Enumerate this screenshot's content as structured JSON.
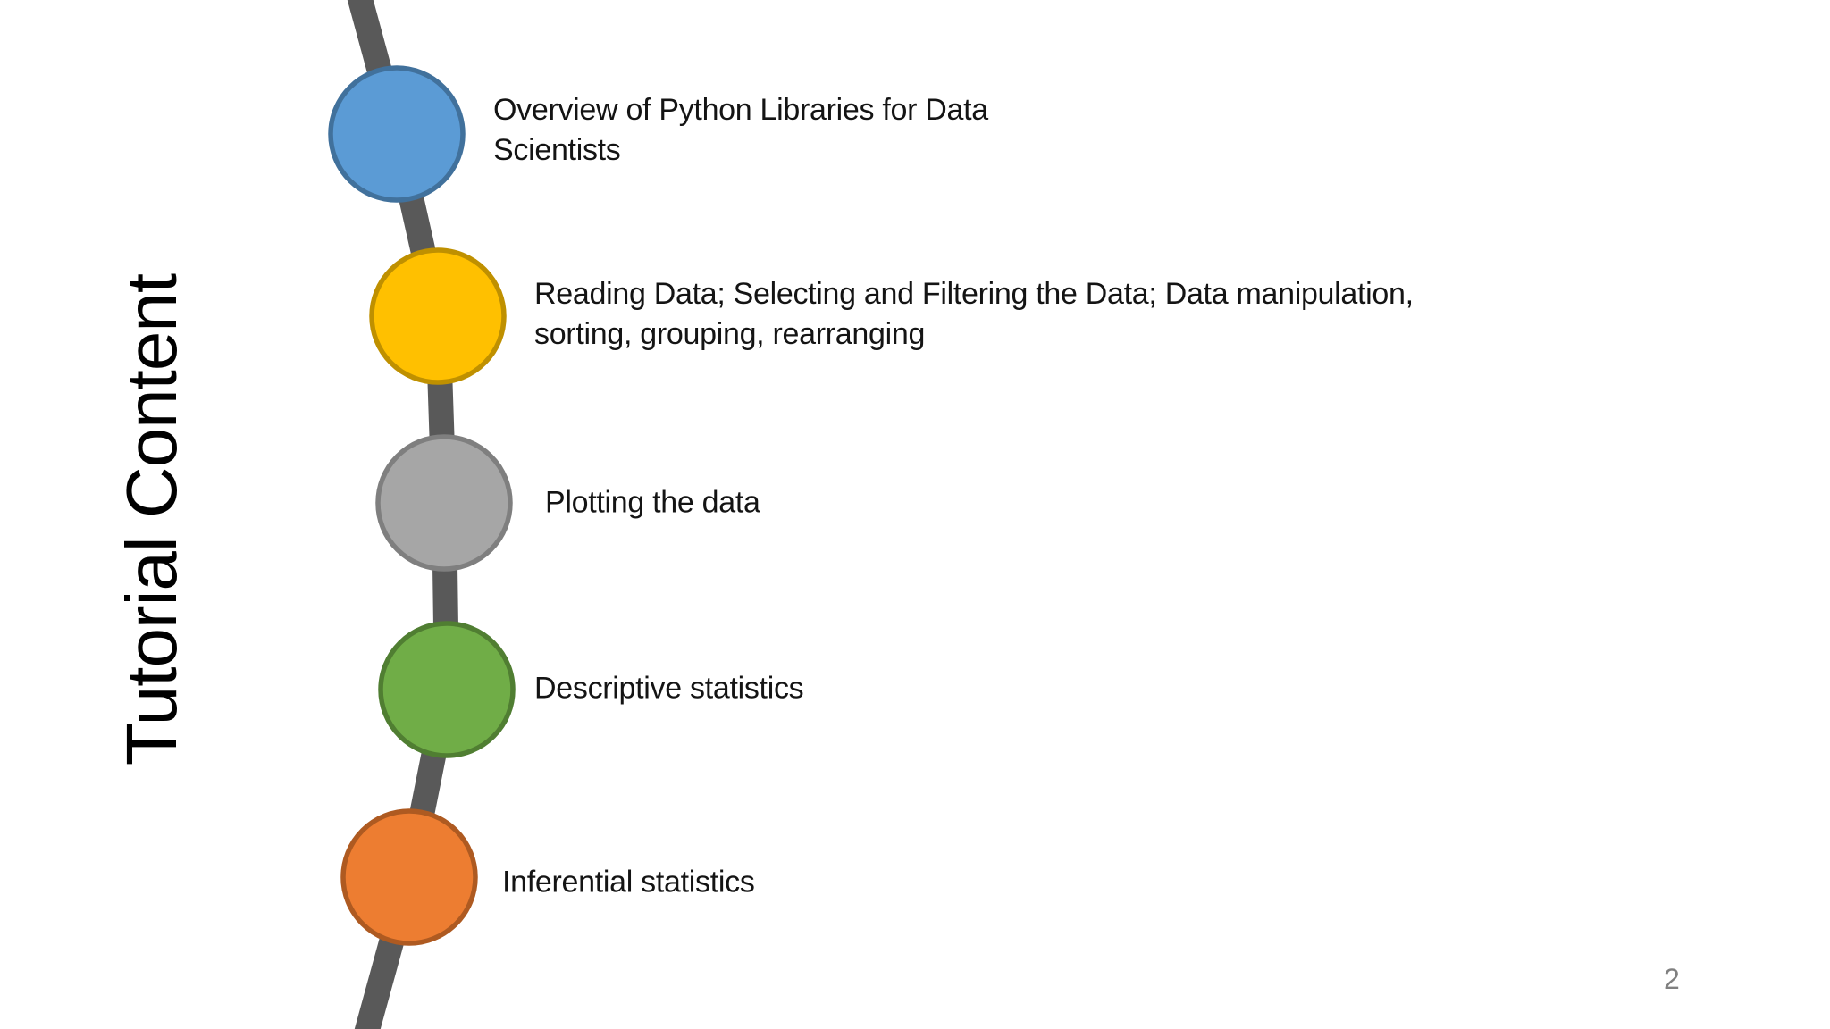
{
  "slide": {
    "title": "Tutorial Content",
    "page_number": "2"
  },
  "timeline": {
    "line_color": "#595959",
    "items": [
      {
        "id": "python-libraries",
        "label": "Overview of Python Libraries for Data Scientists",
        "fill": "#5B9BD5",
        "stroke": "#41719C"
      },
      {
        "id": "reading-data",
        "label": "Reading Data; Selecting and Filtering the Data; Data manipulation, sorting, grouping, rearranging",
        "fill": "#FFC000",
        "stroke": "#BF9000"
      },
      {
        "id": "plotting-data",
        "label": "Plotting the data",
        "fill": "#A6A6A6",
        "stroke": "#7F7F7F"
      },
      {
        "id": "descriptive-statistics",
        "label": "Descriptive statistics",
        "fill": "#70AD47",
        "stroke": "#507E32"
      },
      {
        "id": "inferential-statistics",
        "label": "Inferential statistics",
        "fill": "#ED7D31",
        "stroke": "#AE5A21"
      }
    ]
  }
}
